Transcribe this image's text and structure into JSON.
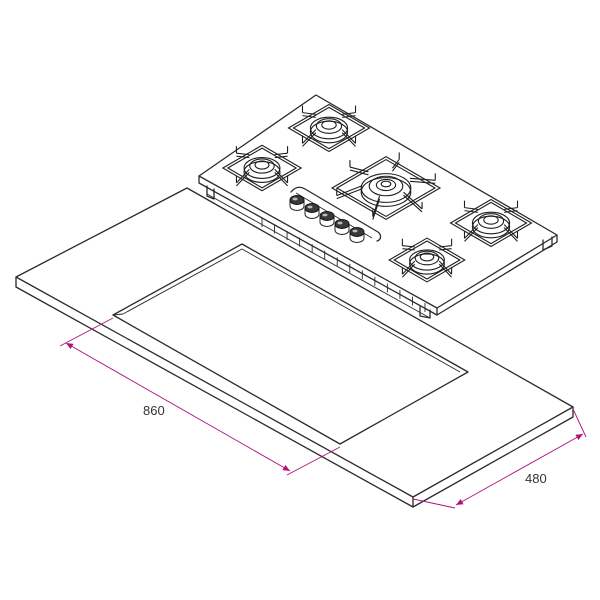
{
  "dimensions": {
    "width_label": "860",
    "depth_label": "480"
  },
  "colors": {
    "line": "#2a2a2a",
    "dimension": "#b0127c",
    "background": "#ffffff"
  },
  "hob": {
    "burner_count": 5,
    "knob_count": 5
  }
}
